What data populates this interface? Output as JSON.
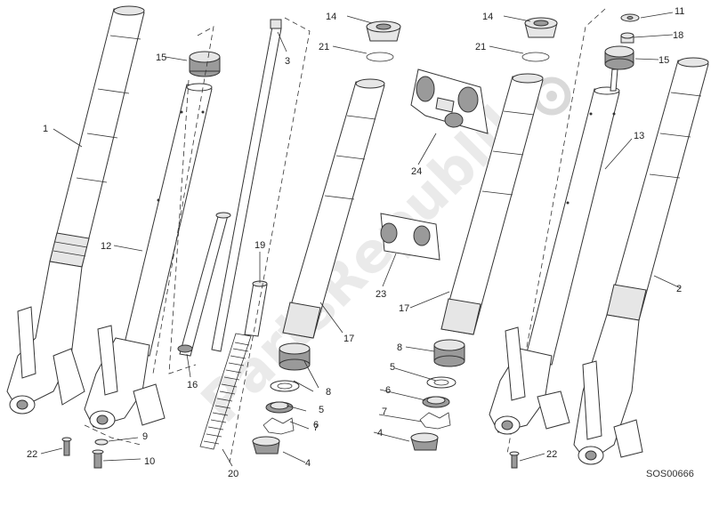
{
  "diagram": {
    "part_numbers": {
      "p1": "1",
      "p2": "2",
      "p3": "3",
      "p4a": "4",
      "p4b": "4",
      "p5a": "5",
      "p5b": "5",
      "p6a": "6",
      "p6b": "6",
      "p7a": "7",
      "p7b": "7",
      "p8a": "8",
      "p8b": "8",
      "p9": "9",
      "p10": "10",
      "p11": "11",
      "p12": "12",
      "p13": "13",
      "p14a": "14",
      "p14b": "14",
      "p15a": "15",
      "p15b": "15",
      "p16": "16",
      "p17a": "17",
      "p17b": "17",
      "p18": "18",
      "p19": "19",
      "p20": "20",
      "p21a": "21",
      "p21b": "21",
      "p22a": "22",
      "p22b": "22",
      "p23": "23",
      "p24": "24"
    },
    "drawing_code": "SOS00666",
    "watermark": "PartsRepublik"
  }
}
